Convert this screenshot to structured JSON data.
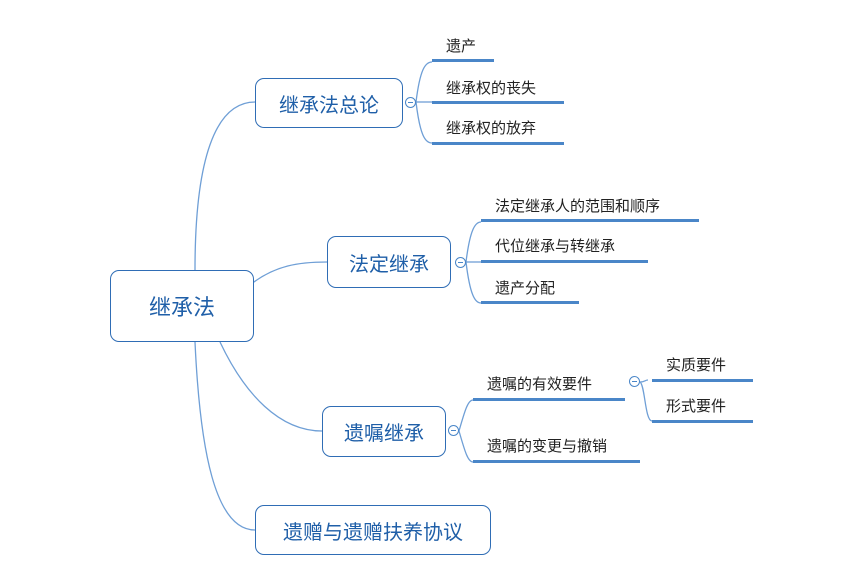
{
  "root": {
    "label": "继承法"
  },
  "branches": [
    {
      "label": "继承法总论",
      "children": [
        "遗产",
        "继承权的丧失",
        "继承权的放弃"
      ]
    },
    {
      "label": "法定继承",
      "children": [
        "法定继承人的范围和顺序",
        "代位继承与转继承",
        "遗产分配"
      ]
    },
    {
      "label": "遗嘱继承",
      "children": [
        "遗嘱的有效要件",
        "遗嘱的变更与撤销"
      ]
    },
    {
      "label": "遗赠与遗赠扶养协议"
    }
  ],
  "sub_branch": {
    "parent": "遗嘱的有效要件",
    "children": [
      "实质要件",
      "形式要件"
    ]
  },
  "colors": {
    "accent": "#2f6db5",
    "connector": "#6f9fd6",
    "underline": "#4a86c8"
  },
  "icons": {
    "collapse": "collapse-minus-icon"
  }
}
